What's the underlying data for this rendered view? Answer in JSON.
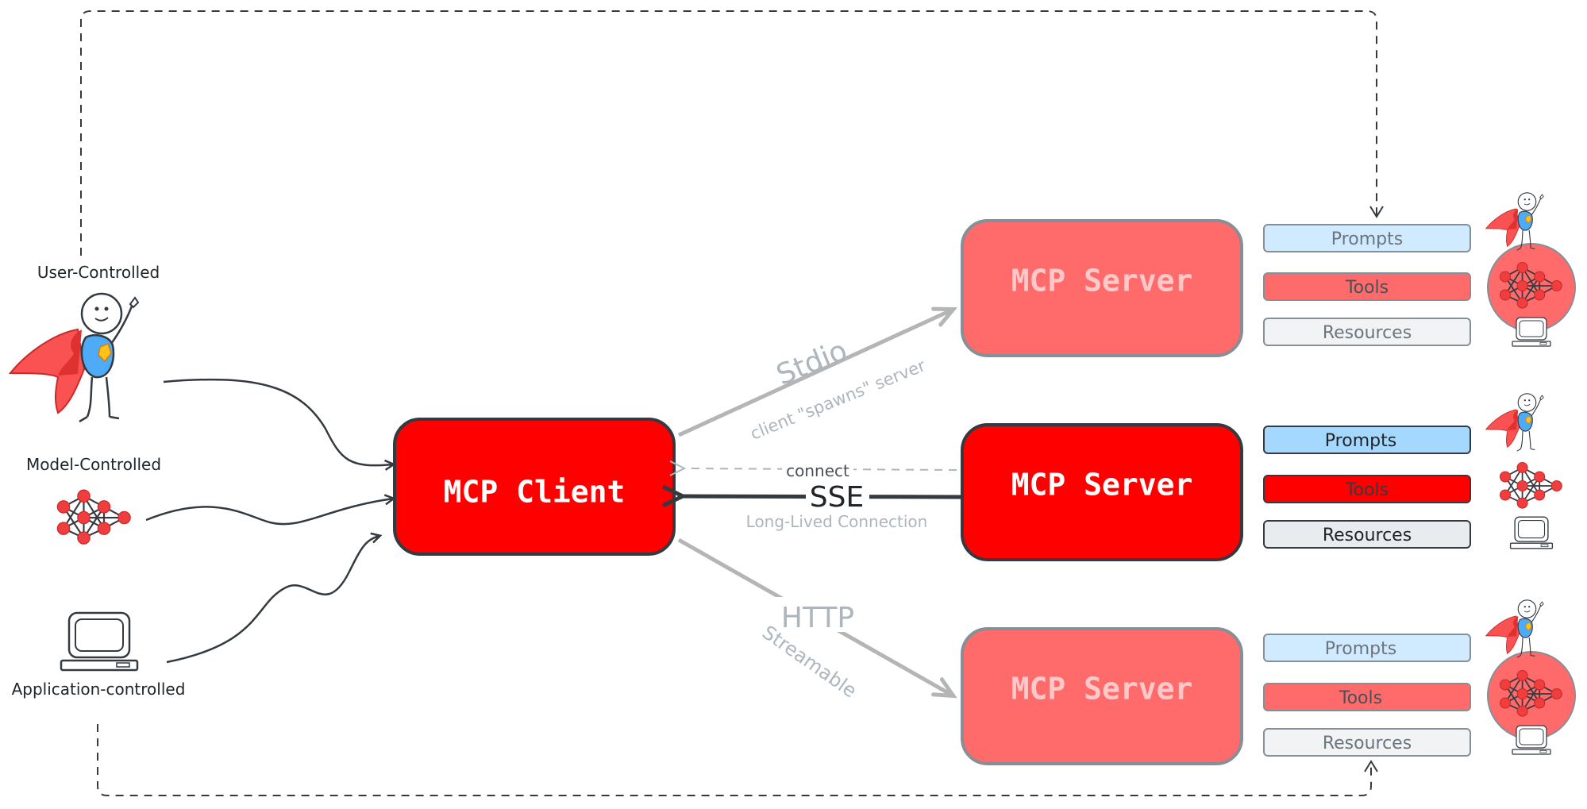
{
  "actors": {
    "user": "User-Controlled",
    "model": "Model-Controlled",
    "application": "Application-controlled"
  },
  "client": {
    "label": "MCP Client"
  },
  "servers": [
    {
      "label": "MCP Server",
      "prompts": "Prompts",
      "tools": "Tools",
      "resources": "Resources"
    },
    {
      "label": "MCP Server",
      "prompts": "Prompts",
      "tools": "Tools",
      "resources": "Resources"
    },
    {
      "label": "MCP Server",
      "prompts": "Prompts",
      "tools": "Tools",
      "resources": "Resources"
    }
  ],
  "transports": {
    "stdio": {
      "name": "Stdio",
      "note": "client \"spawns\" server"
    },
    "sse": {
      "name": "SSE",
      "connect": "connect",
      "note": "Long-Lived Connection"
    },
    "http": {
      "name": "HTTP",
      "note": "Streamable"
    }
  },
  "colors": {
    "active_red": "#ff0000",
    "faded_red": "#ff6b6b",
    "prompts_active": "#a5d8ff",
    "prompts_faded": "#d0ebff",
    "resources_active": "#e9ecef",
    "resources_faded": "#f1f3f5",
    "dark_stroke": "#343a40",
    "faded_gray": "#adb5bd"
  },
  "icons": [
    "superhero-icon",
    "neural-network-icon",
    "laptop-icon"
  ]
}
